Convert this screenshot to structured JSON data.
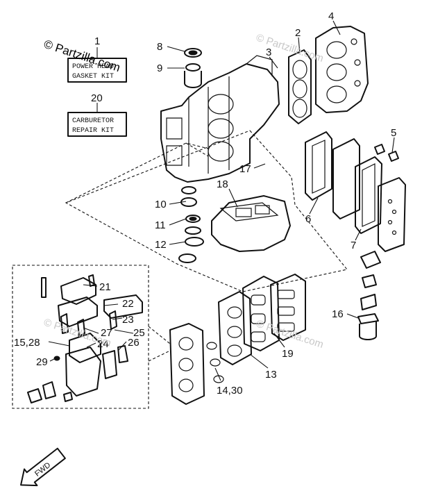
{
  "watermark": {
    "main": "© Partzilla.com",
    "copies": [
      "© Partzilla.com",
      "© Partzilla.com",
      "© Partzilla.com"
    ]
  },
  "kits": [
    {
      "number": "1",
      "line1": "POWER HEAD",
      "line2": "GASKET KIT"
    },
    {
      "number": "20",
      "line1": "CARBURETOR",
      "line2": "REPAIR KIT"
    }
  ],
  "labels": {
    "p2": "2",
    "p3": "3",
    "p4": "4",
    "p5": "5",
    "p6": "6",
    "p7": "7",
    "p8": "8",
    "p9": "9",
    "p10": "10",
    "p11": "11",
    "p12": "12",
    "p13": "13",
    "p14_30": "14,30",
    "p15_28": "15,28",
    "p16": "16",
    "p17": "17",
    "p18": "18",
    "p19": "19",
    "p21": "21",
    "p22": "22",
    "p23": "23",
    "p24": "24",
    "p25": "25",
    "p26": "26",
    "p27": "27",
    "p29": "29"
  },
  "fwd": "FWD"
}
